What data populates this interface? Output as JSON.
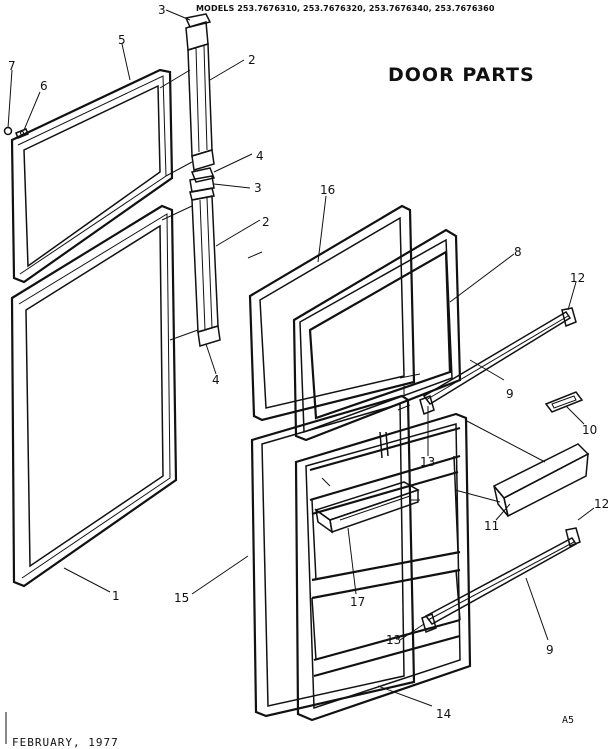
{
  "header": {
    "models": "MODELS 253.7676310, 253.7676320, 253.7676340, 253.7676360",
    "title": "DOOR PARTS"
  },
  "footer": {
    "date": "FEBRUARY, 1977",
    "code": "A5"
  },
  "callouts": {
    "n1": "1",
    "n2a": "2",
    "n2b": "2",
    "n3a": "3",
    "n3b": "3",
    "n4a": "4",
    "n4b": "4",
    "n5": "5",
    "n6": "6",
    "n7": "7",
    "n8": "8",
    "n9a": "9",
    "n9b": "9",
    "n10": "10",
    "n11": "11",
    "n12a": "12",
    "n12b": "12",
    "n13a": "13",
    "n13b": "13",
    "n14": "14",
    "n15": "15",
    "n16": "16",
    "n17": "17"
  }
}
